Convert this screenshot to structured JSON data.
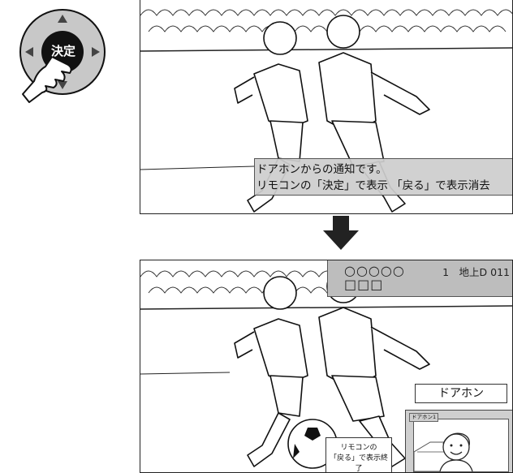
{
  "remote": {
    "center_label": "決定"
  },
  "screen_top": {
    "notice_line1": "ドアホンからの通知です。",
    "notice_line2": "リモコンの「決定」で表示 「戻る」で表示消去"
  },
  "screen_bottom": {
    "banner_name": "○○○○○",
    "banner_sub": "□□□",
    "banner_channel": "1　地上D 011",
    "door_label": "ドアホン",
    "pip_tag": "ドアホン1",
    "hint_line1": "リモコンの",
    "hint_line2": "「戻る」で表示終了"
  },
  "colors": {
    "notice_bg": "#cdcdcd",
    "banner_bg": "#bdbdbd",
    "remote_ring": "#c8c8c8",
    "remote_center": "#111111"
  },
  "icons": {
    "pointing_hand": "pointing-hand-icon",
    "down_arrow": "down-arrow-icon"
  }
}
